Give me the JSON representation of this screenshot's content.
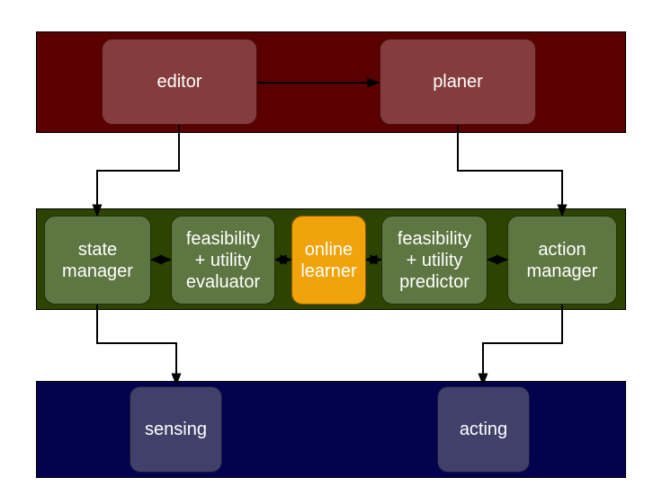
{
  "layers": {
    "top": {
      "color": "#5a0000",
      "nodes": {
        "editor": "editor",
        "planer": "planer"
      }
    },
    "middle": {
      "color": "#2c4400",
      "nodes": {
        "state_manager": "state\nmanager",
        "feasibility_evaluator": "feasibility\n+ utility\nevaluator",
        "online_learner": "online\nlearner",
        "feasibility_predictor": "feasibility\n+ utility\npredictor",
        "action_manager": "action\nmanager"
      },
      "highlight_color": "#f0a30a"
    },
    "bottom": {
      "color": "#02024f",
      "nodes": {
        "sensing": "sensing",
        "acting": "acting"
      }
    }
  }
}
